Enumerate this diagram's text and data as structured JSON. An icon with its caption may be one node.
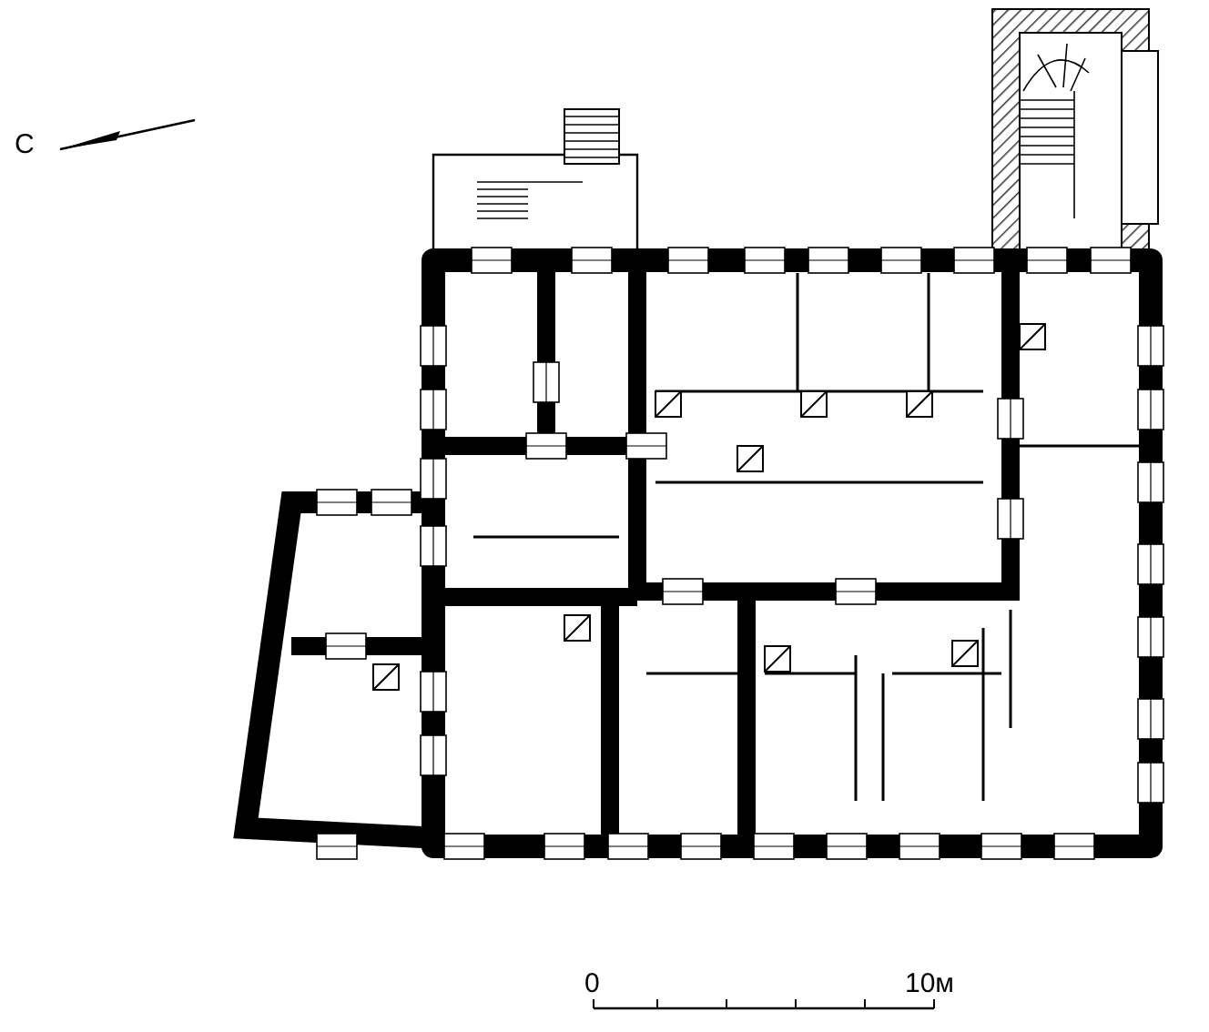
{
  "diagram": {
    "labels": [
      "С",
      "0",
      "10м"
    ]
  }
}
